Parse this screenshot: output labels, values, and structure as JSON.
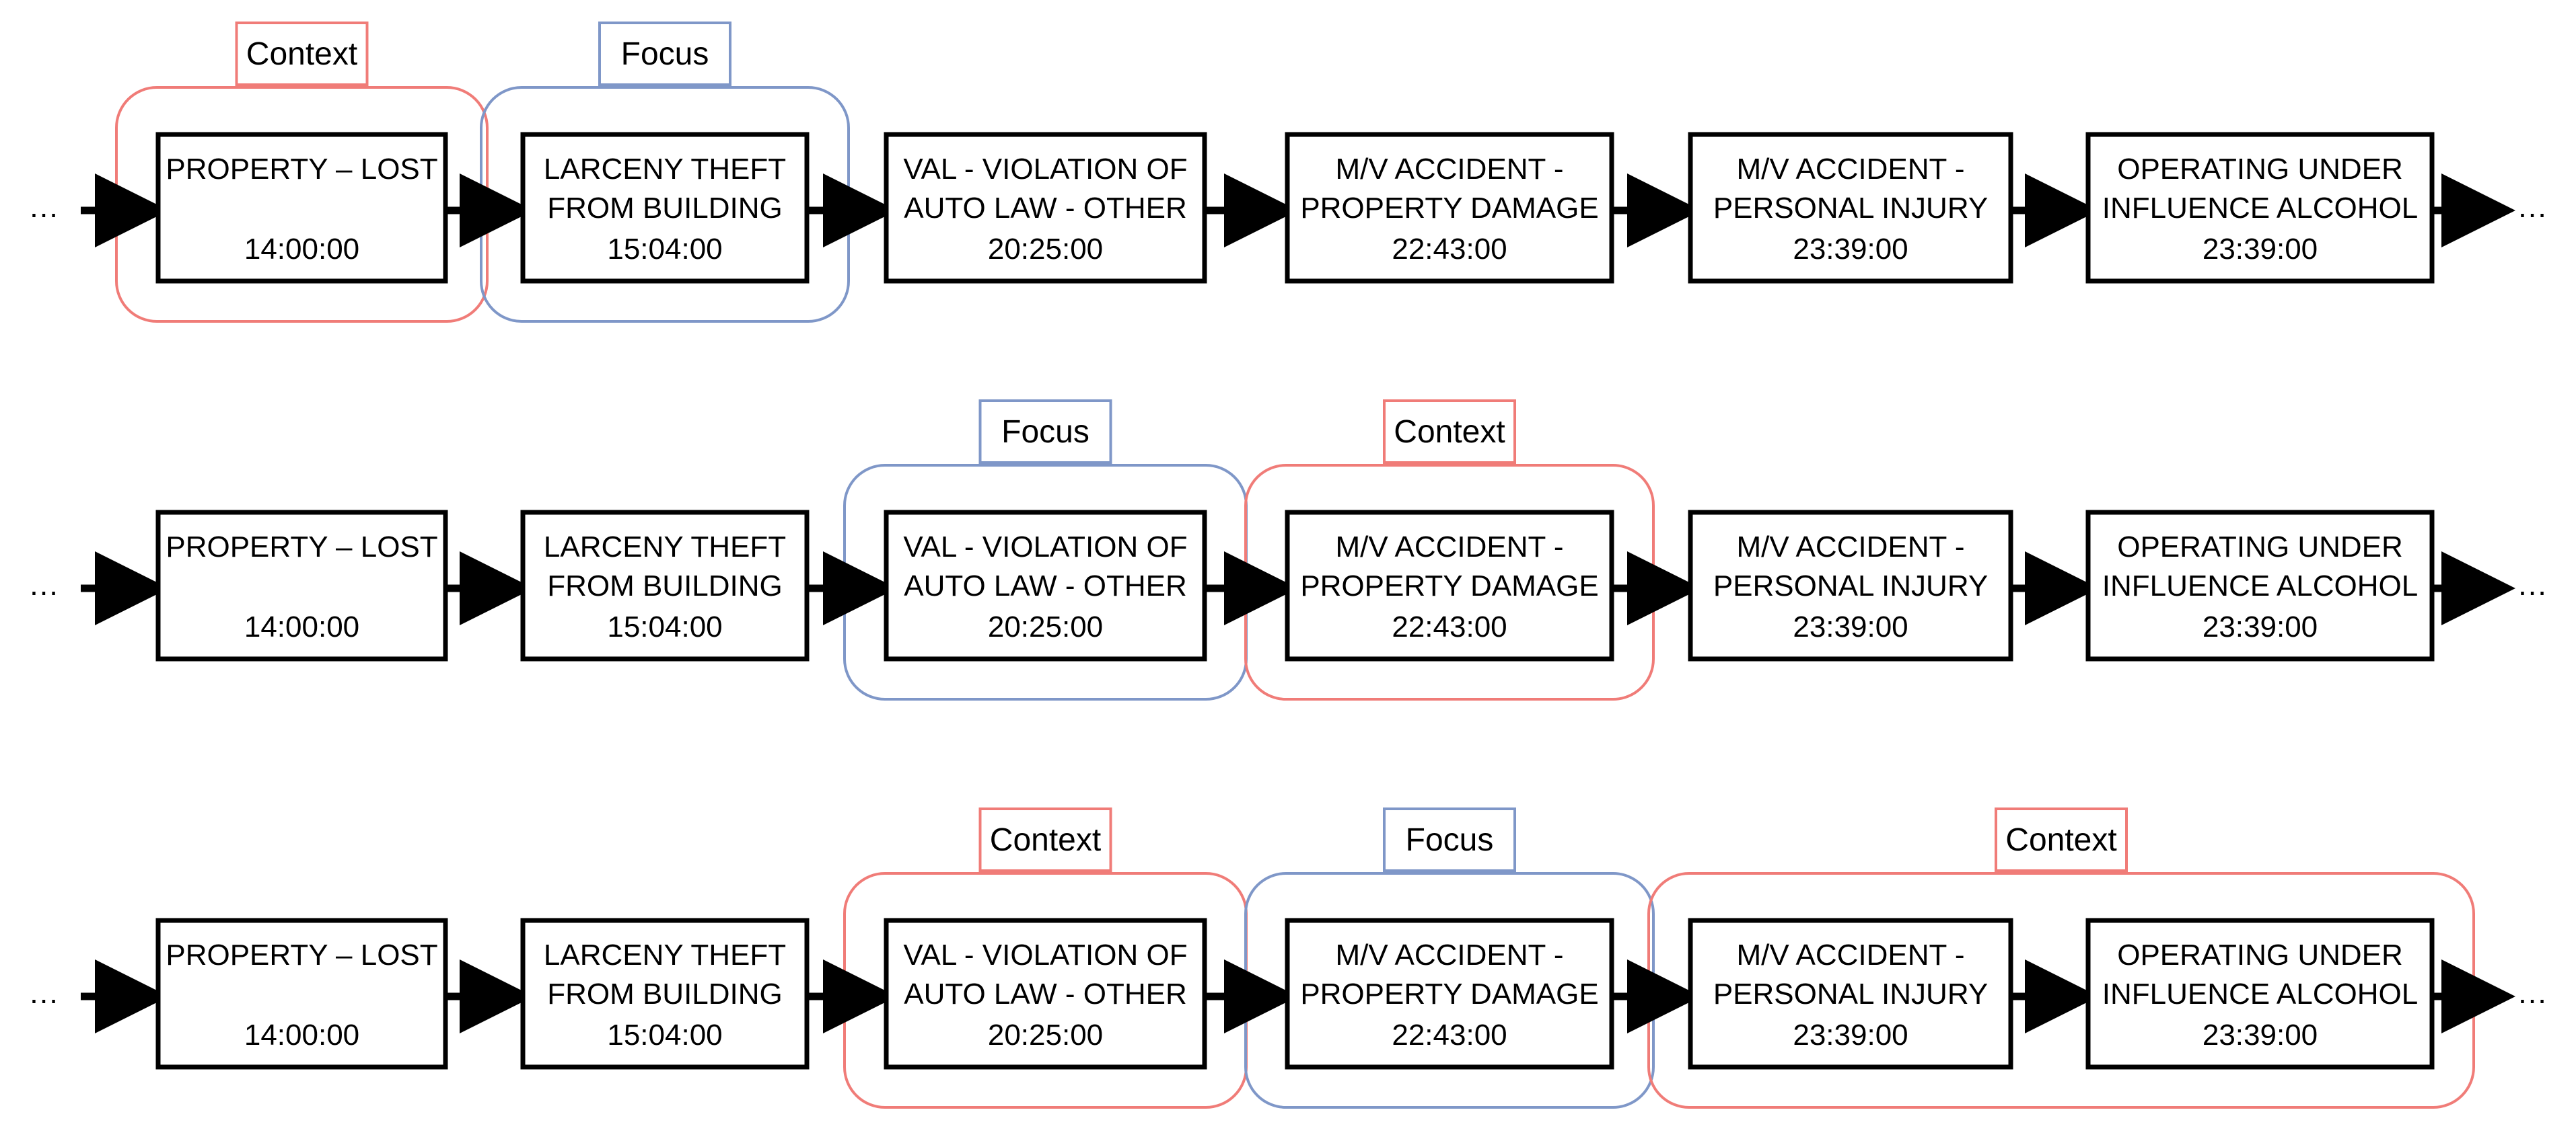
{
  "ellipsis": "…",
  "colors": {
    "context": "#F07C78",
    "focus": "#7F97C8",
    "box_stroke": "#000000"
  },
  "events": [
    {
      "line1": "PROPERTY – LOST",
      "line2": "",
      "time": "14:00:00"
    },
    {
      "line1": "LARCENY THEFT",
      "line2": "FROM BUILDING",
      "time": "15:04:00"
    },
    {
      "line1": "VAL - VIOLATION OF",
      "line2": "AUTO LAW - OTHER",
      "time": "20:25:00"
    },
    {
      "line1": "M/V ACCIDENT -",
      "line2": "PROPERTY DAMAGE",
      "time": "22:43:00"
    },
    {
      "line1": "M/V ACCIDENT -",
      "line2": "PERSONAL INJURY",
      "time": "23:39:00"
    },
    {
      "line1": "OPERATING UNDER",
      "line2": "INFLUENCE ALCOHOL",
      "time": "23:39:00"
    }
  ],
  "rows": [
    {
      "groups": [
        {
          "type": "context",
          "label": "Context",
          "from": 0,
          "to": 0
        },
        {
          "type": "focus",
          "label": "Focus",
          "from": 1,
          "to": 1
        }
      ]
    },
    {
      "groups": [
        {
          "type": "focus",
          "label": "Focus",
          "from": 2,
          "to": 2
        },
        {
          "type": "context",
          "label": "Context",
          "from": 3,
          "to": 3
        }
      ]
    },
    {
      "groups": [
        {
          "type": "context",
          "label": "Context",
          "from": 2,
          "to": 2
        },
        {
          "type": "focus",
          "label": "Focus",
          "from": 3,
          "to": 3
        },
        {
          "type": "context",
          "label": "Context",
          "from": 4,
          "to": 5
        }
      ]
    }
  ]
}
